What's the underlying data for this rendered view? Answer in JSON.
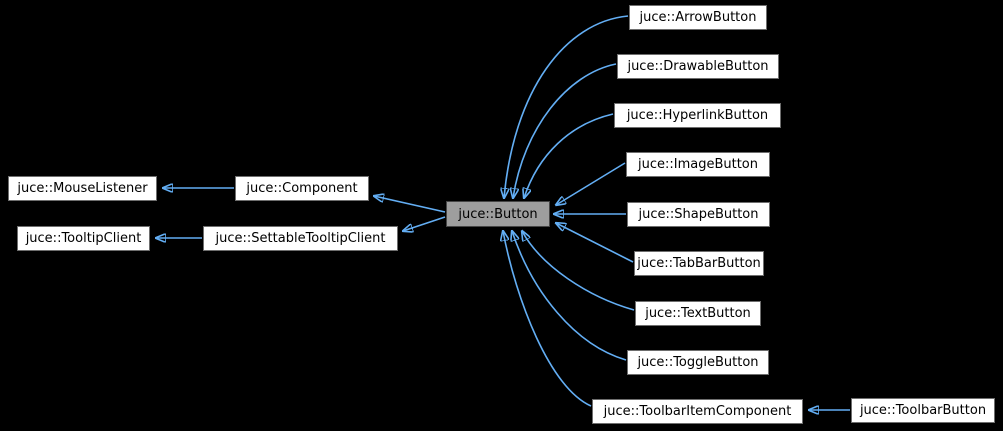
{
  "diagram": {
    "type": "class-inheritance-graph",
    "subject": "juce::Button",
    "colors": {
      "background": "#000000",
      "edge": "#63aef4",
      "node_fill": "#ffffff",
      "node_border": "#6e6e6e",
      "node_text": "#000000",
      "highlight_fill": "#9e9e9e",
      "highlight_border": "#464646"
    },
    "nodes": {
      "mouseListener": {
        "label": "juce::MouseListener"
      },
      "tooltipClient": {
        "label": "juce::TooltipClient"
      },
      "component": {
        "label": "juce::Component"
      },
      "settableTooltipClient": {
        "label": "juce::SettableTooltipClient"
      },
      "button": {
        "label": "juce::Button"
      },
      "arrowButton": {
        "label": "juce::ArrowButton"
      },
      "drawableButton": {
        "label": "juce::DrawableButton"
      },
      "hyperlinkButton": {
        "label": "juce::HyperlinkButton"
      },
      "imageButton": {
        "label": "juce::ImageButton"
      },
      "shapeButton": {
        "label": "juce::ShapeButton"
      },
      "tabBarButton": {
        "label": "juce::TabBarButton"
      },
      "textButton": {
        "label": "juce::TextButton"
      },
      "toggleButton": {
        "label": "juce::ToggleButton"
      },
      "toolbarItemComponent": {
        "label": "juce::ToolbarItemComponent"
      },
      "toolbarButton": {
        "label": "juce::ToolbarButton"
      }
    },
    "edges": [
      {
        "from": "juce::Component",
        "to": "juce::MouseListener",
        "relation": "inherits"
      },
      {
        "from": "juce::SettableTooltipClient",
        "to": "juce::TooltipClient",
        "relation": "inherits"
      },
      {
        "from": "juce::Button",
        "to": "juce::Component",
        "relation": "inherits"
      },
      {
        "from": "juce::Button",
        "to": "juce::SettableTooltipClient",
        "relation": "inherits"
      },
      {
        "from": "juce::ArrowButton",
        "to": "juce::Button",
        "relation": "inherits"
      },
      {
        "from": "juce::DrawableButton",
        "to": "juce::Button",
        "relation": "inherits"
      },
      {
        "from": "juce::HyperlinkButton",
        "to": "juce::Button",
        "relation": "inherits"
      },
      {
        "from": "juce::ImageButton",
        "to": "juce::Button",
        "relation": "inherits"
      },
      {
        "from": "juce::ShapeButton",
        "to": "juce::Button",
        "relation": "inherits"
      },
      {
        "from": "juce::TabBarButton",
        "to": "juce::Button",
        "relation": "inherits"
      },
      {
        "from": "juce::TextButton",
        "to": "juce::Button",
        "relation": "inherits"
      },
      {
        "from": "juce::ToggleButton",
        "to": "juce::Button",
        "relation": "inherits"
      },
      {
        "from": "juce::ToolbarItemComponent",
        "to": "juce::Button",
        "relation": "inherits"
      },
      {
        "from": "juce::ToolbarButton",
        "to": "juce::ToolbarItemComponent",
        "relation": "inherits"
      }
    ]
  }
}
